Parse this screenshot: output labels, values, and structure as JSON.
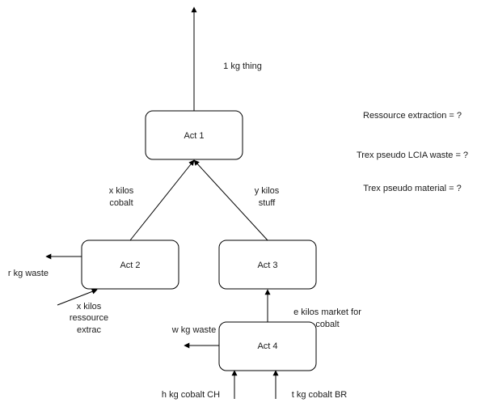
{
  "nodes": {
    "act1": "Act 1",
    "act2": "Act 2",
    "act3": "Act 3",
    "act4": "Act 4"
  },
  "edge_labels": {
    "output_thing": "1 kg thing",
    "cobalt_line1": "x kilos",
    "cobalt_line2": "cobalt",
    "stuff_line1": "y kilos",
    "stuff_line2": "stuff",
    "r_waste": "r kg waste",
    "resource_line1": "x kilos",
    "resource_line2": "ressource",
    "resource_line3": "extrac",
    "w_waste": "w kg waste",
    "market_line1": "e kilos market for",
    "market_line2": "cobalt",
    "cobalt_ch": "h kg cobalt CH",
    "cobalt_br": "t kg cobalt BR"
  },
  "notes": {
    "resource_extraction": "Ressource extraction = ?",
    "lcia_waste": "Trex pseudo LCIA waste = ?",
    "pseudo_material": "Trex pseudo material = ?"
  },
  "colors": {
    "stroke": "#000000",
    "fill": "#ffffff",
    "text": "#1a1a1a"
  }
}
